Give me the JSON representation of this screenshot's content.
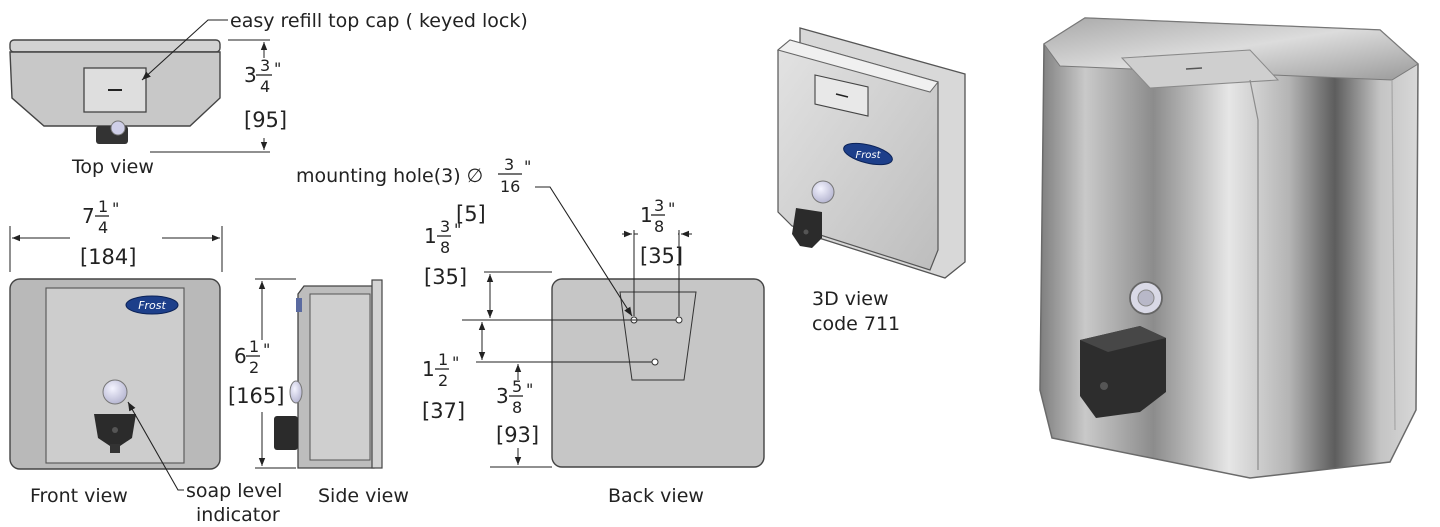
{
  "views": {
    "top": "Top view",
    "front": "Front view",
    "side": "Side view",
    "back": "Back view",
    "iso_line1": "3D view",
    "iso_line2": "code 711"
  },
  "callouts": {
    "top_cap": "easy refill top cap ( keyed lock)",
    "soap_line1": "soap level",
    "soap_line2": "indicator",
    "mounting_hole_prefix": "mounting hole(3) ∅"
  },
  "dims": {
    "top_depth": {
      "whole": "3",
      "num": "3",
      "den": "4",
      "unit": "\"",
      "metric": "[95]"
    },
    "width": {
      "whole": "7",
      "num": "1",
      "den": "4",
      "unit": "\"",
      "metric": "[184]"
    },
    "height": {
      "whole": "6",
      "num": "1",
      "den": "2",
      "unit": "\"",
      "metric": "[165]"
    },
    "hole_dia": {
      "whole": "",
      "num": "3",
      "den": "16",
      "unit": "\"",
      "metric": "[5]"
    },
    "hole_gap": {
      "whole": "1",
      "num": "3",
      "den": "8",
      "unit": "\"",
      "metric": "[35]"
    },
    "top_gap": {
      "whole": "1",
      "num": "3",
      "den": "8",
      "unit": "\"",
      "metric": "[35]"
    },
    "mid_gap": {
      "whole": "1",
      "num": "1",
      "den": "2",
      "unit": "\"",
      "metric": "[37]"
    },
    "bottom_gap": {
      "whole": "3",
      "num": "5",
      "den": "8",
      "unit": "\"",
      "metric": "[93]"
    }
  },
  "logo": "Frost"
}
